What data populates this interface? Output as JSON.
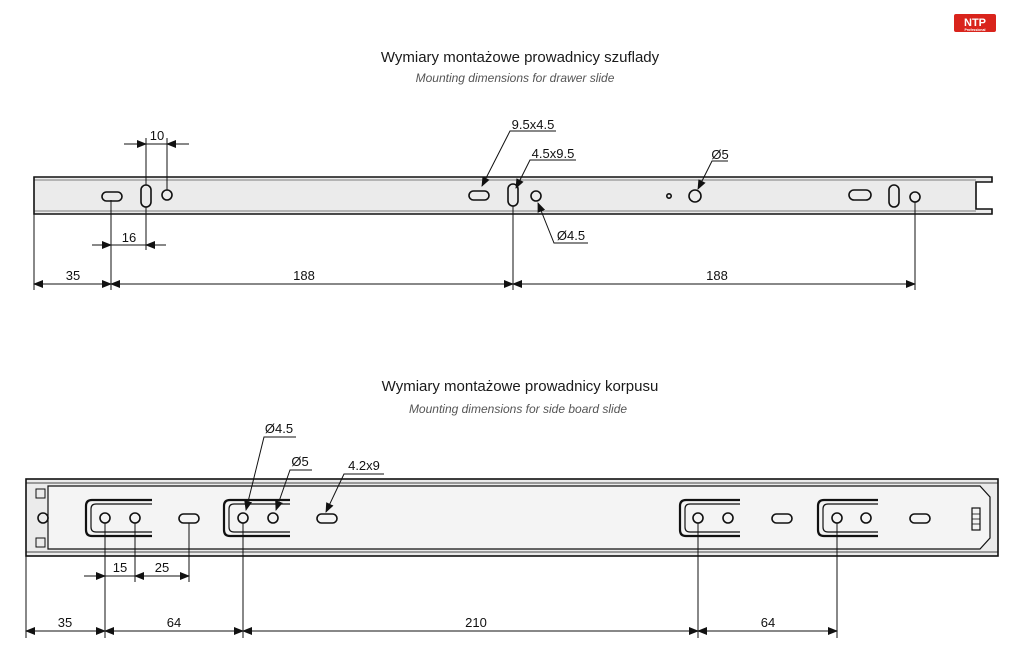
{
  "logo": {
    "brand": "NTP",
    "tagline": "Professional",
    "color": "#d9241c"
  },
  "drawer_slide": {
    "title": "Wymiary montażowe prowadnicy szuflady",
    "subtitle": "Mounting dimensions for drawer slide",
    "labels": {
      "slot_top": "10",
      "slot_bottom": "16",
      "hole_a": "9.5x4.5",
      "hole_b": "4.5x9.5",
      "hole_c": "Ø5",
      "hole_d": "Ø4.5"
    },
    "dims": [
      "35",
      "188",
      "188"
    ]
  },
  "board_slide": {
    "title": "Wymiary montażowe prowadnicy korpusu",
    "subtitle": "Mounting dimensions for side board slide",
    "labels": {
      "hole_a": "Ø4.5",
      "hole_b": "Ø5",
      "hole_c": "4.2x9",
      "pitch_a": "15",
      "pitch_b": "25"
    },
    "dims": [
      "35",
      "64",
      "210",
      "64"
    ]
  }
}
